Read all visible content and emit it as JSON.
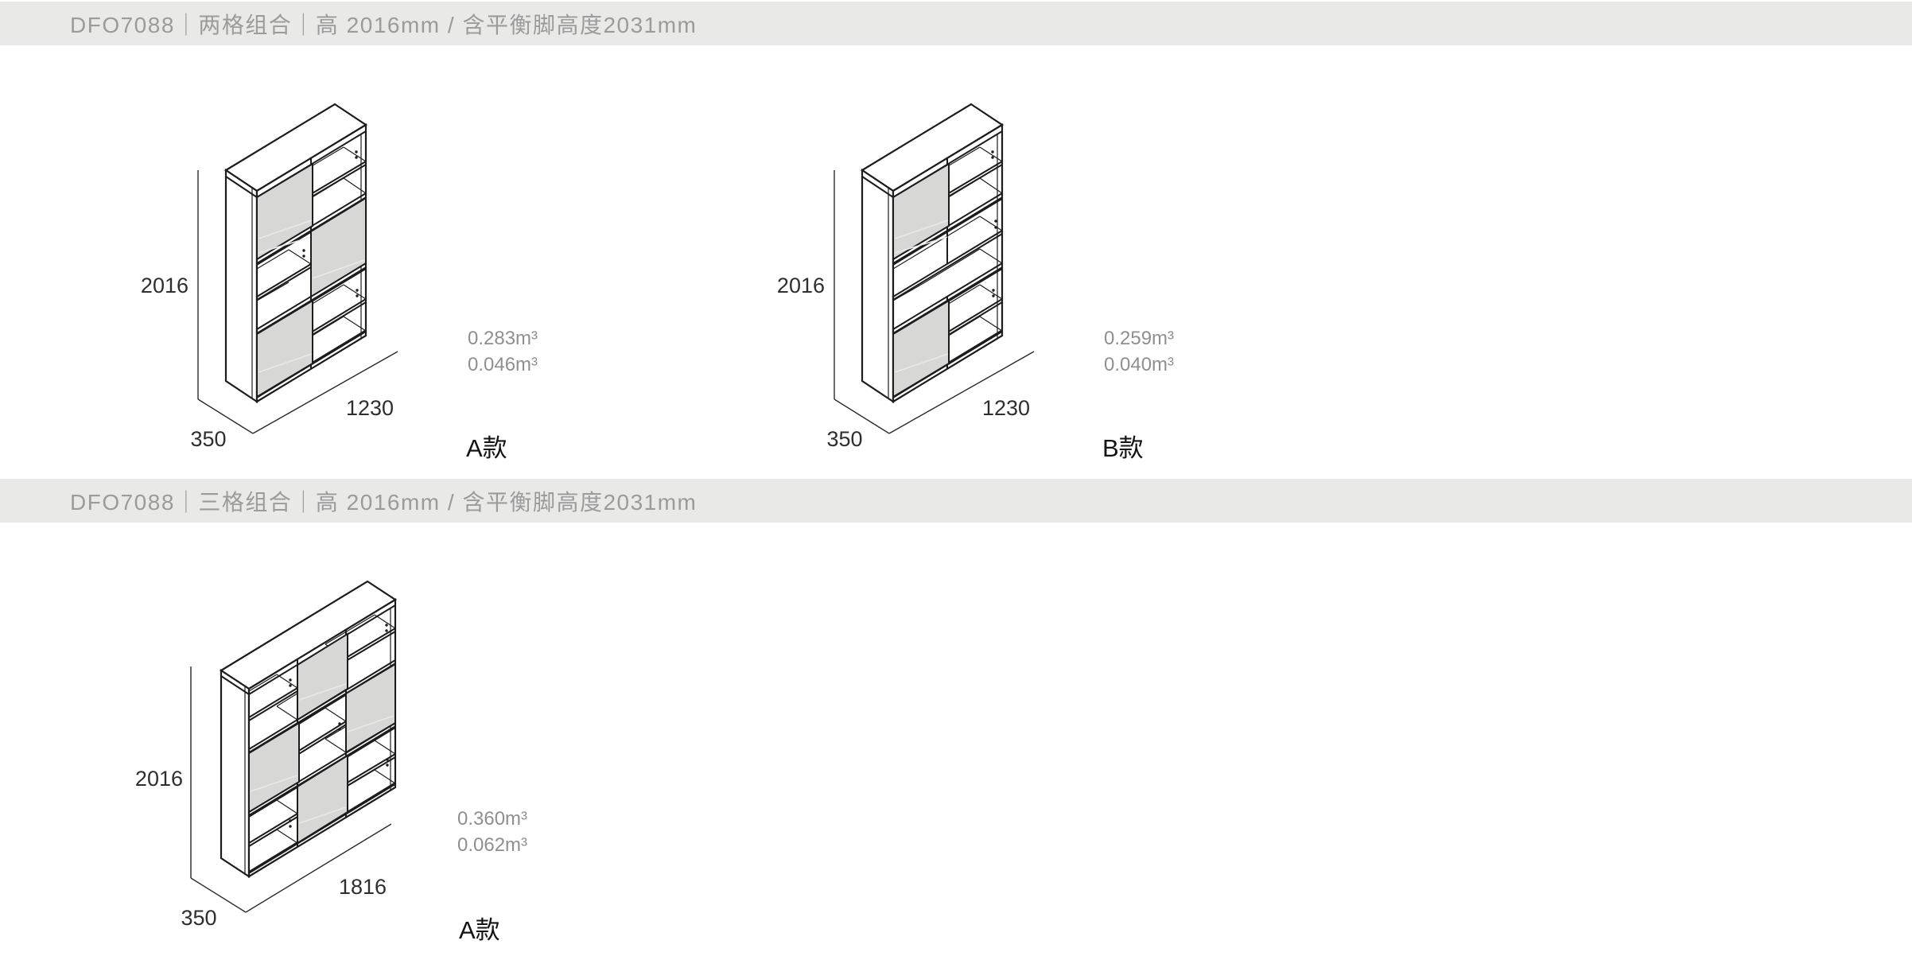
{
  "sections": [
    {
      "header": "DFO7088｜两格组合｜高 2016mm / 含平衡脚高度2031mm",
      "figures": [
        {
          "label": "A款",
          "volumes": [
            "0.283m³",
            "0.046m³"
          ],
          "dims": {
            "height": "2016",
            "width": "1230",
            "depth": "350"
          }
        },
        {
          "label": "B款",
          "volumes": [
            "0.259m³",
            "0.040m³"
          ],
          "dims": {
            "height": "2016",
            "width": "1230",
            "depth": "350"
          }
        }
      ]
    },
    {
      "header": "DFO7088｜三格组合｜高 2016mm / 含平衡脚高度2031mm",
      "figures": [
        {
          "label": "A款",
          "volumes": [
            "0.360m³",
            "0.062m³"
          ],
          "dims": {
            "height": "2016",
            "width": "1816",
            "depth": "350"
          }
        }
      ]
    }
  ],
  "colors": {
    "header_bg": "#e9e9e8",
    "header_text": "#9b9b9b",
    "line": "#1c1c1c",
    "door_fill": "#d7d7d6",
    "volume_text": "#8f8f8f",
    "dim_text": "#2e2e2e"
  }
}
